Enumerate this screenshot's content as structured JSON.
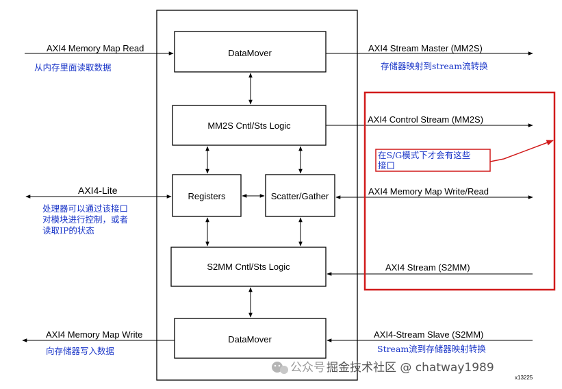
{
  "blocks": {
    "datamover_top": "DataMover",
    "mm2s_logic": "MM2S Cntl/Sts Logic",
    "registers": "Registers",
    "scatter_gather": "Scatter/Gather",
    "s2mm_logic": "S2MM Cntl/Sts Logic",
    "datamover_bottom": "DataMover"
  },
  "interfaces": {
    "axi4_mm_read": "AXI4 Memory Map Read",
    "axi4_mm_read_cn": "从内存里面读取数据",
    "axi4_stream_master": "AXI4 Stream Master (MM2S)",
    "axi4_stream_master_cn": "存储器映射到stream流转换",
    "axi4_control_stream": "AXI4 Control Stream (MM2S)",
    "axi4_lite": "AXI4-Lite",
    "axi4_lite_cn_1": "处理器可以通过该接口",
    "axi4_lite_cn_2": "对模块进行控制，或者",
    "axi4_lite_cn_3": "读取IP的状态",
    "axi4_mm_write_read": "AXI4 Memory Map Write/Read",
    "axi4_stream_s2mm": "AXI4 Stream (S2MM)",
    "axi4_mm_write": "AXI4 Memory Map Write",
    "axi4_mm_write_cn": "向存储器写入数据",
    "axi4_stream_slave": "AXI4-Stream Slave (S2MM)",
    "axi4_stream_slave_cn": "Stream流到存储器映射转换"
  },
  "annotation": {
    "sg_note_1": "在S/G模式下才会有这些",
    "sg_note_2": "接口"
  },
  "footer": {
    "watermark_1": "公众号",
    "watermark_2": "掘金技术社区 @ chatway1989",
    "figure_id": "x13225"
  },
  "colors": {
    "annotation_text": "#1a36c8",
    "highlight_red": "#d11a1a",
    "watermark_gray": "#9a9a9a"
  }
}
